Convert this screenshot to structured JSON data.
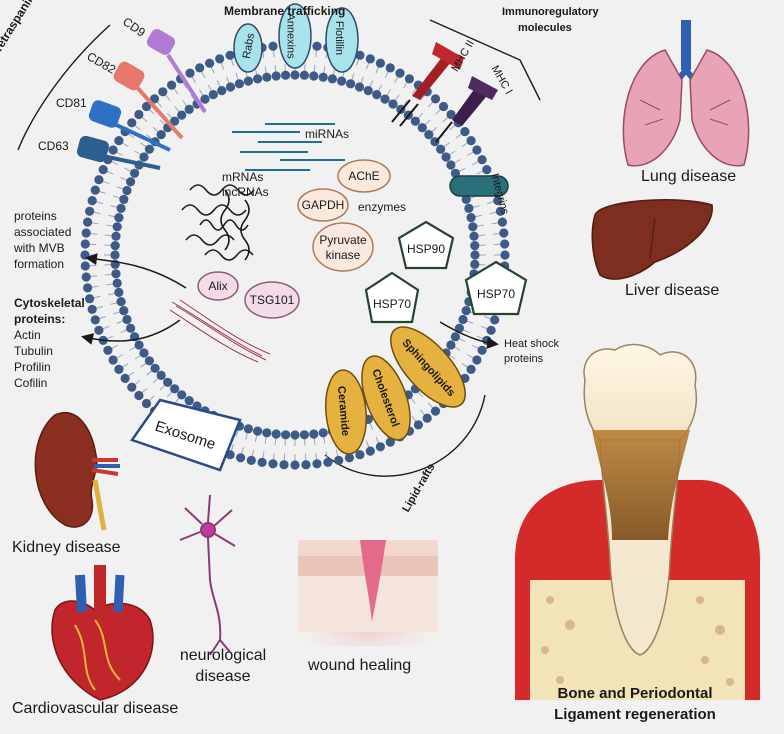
{
  "labels": {
    "tetraspanins": "Tetraspanins",
    "cd9": "CD9",
    "cd82": "CD82",
    "cd81": "CD81",
    "cd63": "CD63",
    "membrane_trafficking": "Membrane trafficking",
    "rabs": "Rabs",
    "annexins": "Annexins",
    "flotillin": "Flotillin",
    "immunoregulatory_line1": "Immunoregulatory",
    "immunoregulatory_line2": "molecules",
    "mhc2": "MHC II",
    "mhc1": "MHC I",
    "integrins": "Integrins",
    "mirnas": "miRNAs",
    "mrnas": "mRNAs",
    "lncrnas": "lncRNAs",
    "ache": "AChE",
    "gapdh": "GAPDH",
    "enzymes": "enzymes",
    "pyruvate_line1": "Pyruvate",
    "pyruvate_line2": "kinase",
    "hsp90": "HSP90",
    "hsp70_a": "HSP70",
    "hsp70_b": "HSP70",
    "heat_shock_line1": "Heat shock",
    "heat_shock_line2": "proteins",
    "alix": "Alix",
    "tsg101": "TSG101",
    "mvb_line1": "proteins",
    "mvb_line2": "associated",
    "mvb_line3": "with MVB",
    "mvb_line4": "formation",
    "cyto_line1": "Cytoskeletal",
    "cyto_line2": "proteins:",
    "actin": "Actin",
    "tubulin": "Tubulin",
    "profilin": "Profilin",
    "cofilin": "Cofilin",
    "sphingolipids": "Sphingolipids",
    "cholesterol": "Cholesterol",
    "ceramide": "Ceramide",
    "lipid_rafts": "Lipid-rafts",
    "exosome": "Exosome",
    "lung": "Lung disease",
    "liver": "Liver disease",
    "kidney": "Kidney disease",
    "cardio": "Cardiovascular disease",
    "neuro_line1": "neurological",
    "neuro_line2": "disease",
    "wound": "wound healing",
    "bone_line1": "Bone and Periodontal",
    "bone_line2": "Ligament regeneration"
  },
  "colors": {
    "background": "#f1f1f1",
    "membrane": "#3d5b86",
    "trafficking_fill": "#a8e2ea",
    "lipid_fill": "#e5b23f",
    "cd9": "#b17ad6",
    "cd82": "#e8786a",
    "cd81": "#2f6fc4",
    "cd63": "#2c5f8e",
    "mhc2": "#c0272d",
    "mhc1": "#3c1f4a",
    "integrin": "#2b6f7a",
    "enzyme_fill": "#fbe9de",
    "enzyme_stroke": "#b07a5a",
    "hsp_fill": "#ffffff",
    "hsp_stroke": "#27452c",
    "alix_fill": "#f3dbe8",
    "gum_red": "#d42a2a",
    "bone_fill": "#f2e3b8"
  },
  "icons": [
    "lung-icon",
    "liver-icon",
    "kidney-icon",
    "heart-icon",
    "neuron-icon",
    "skin-wound-icon",
    "tooth-icon"
  ]
}
